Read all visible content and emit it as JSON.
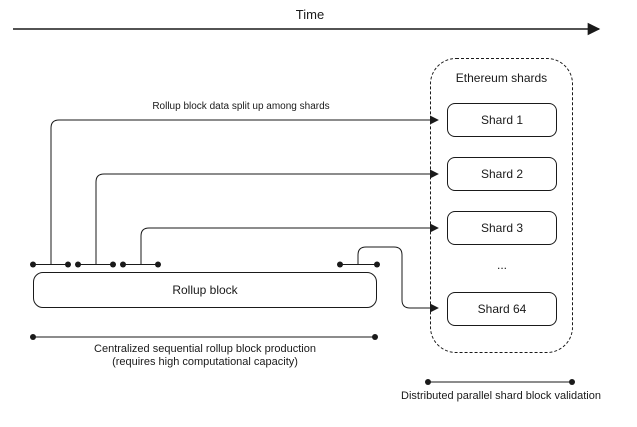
{
  "time_label": "Time",
  "split_label": "Rollup block data split up among shards",
  "rollup_block": {
    "label": "Rollup block"
  },
  "shards": {
    "title": "Ethereum shards",
    "boxes": [
      {
        "label": "Shard 1"
      },
      {
        "label": "Shard 2"
      },
      {
        "label": "Shard 3"
      },
      {
        "label": "Shard 64"
      }
    ],
    "ellipsis": "..."
  },
  "captions": {
    "production_line1": "Centralized sequential rollup block production",
    "production_line2": "(requires high computational capacity)",
    "validation": "Distributed parallel shard block validation"
  },
  "colors": {
    "line": "#1a1a1a",
    "background": "#ffffff",
    "box_border": "#1a1a1a",
    "box_fill": "#ffffff"
  }
}
